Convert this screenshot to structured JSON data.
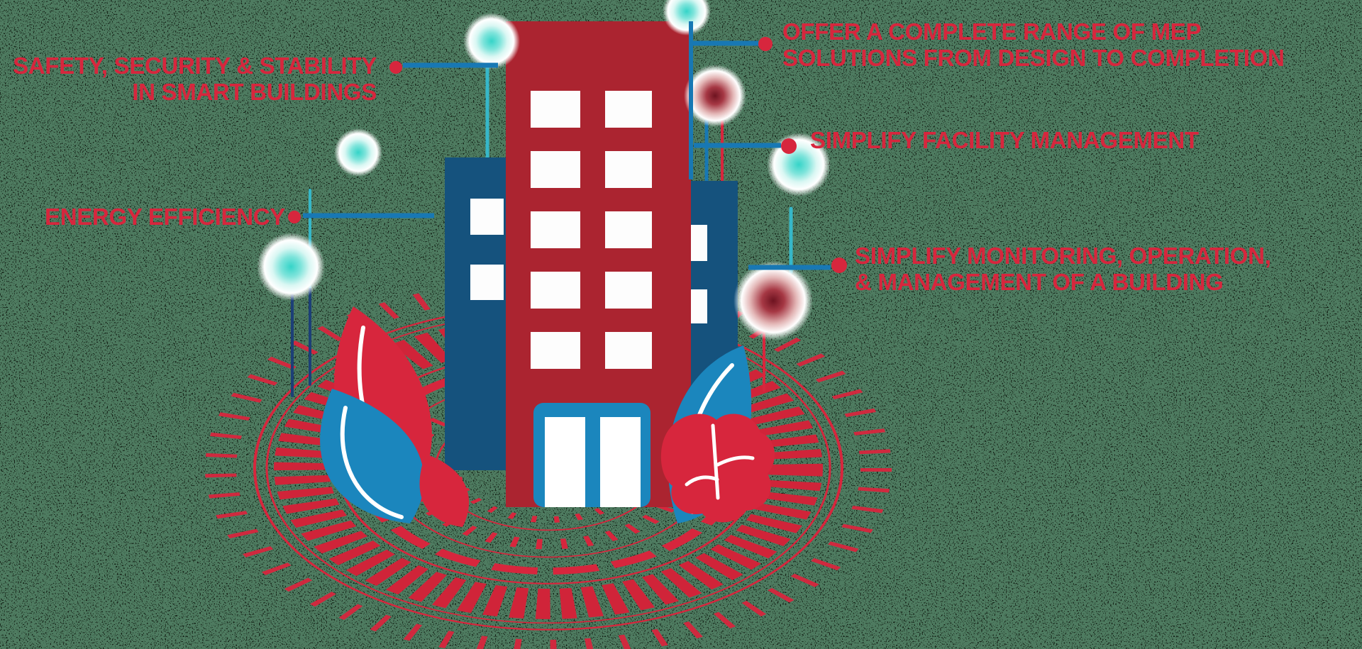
{
  "palette": {
    "background_green": "#4e7b60",
    "speckle_black": "#0c120d",
    "label_red": "#d7263d",
    "building_red": "#ab2430",
    "building_dark_blue": "#15527d",
    "door_bright_blue": "#1b86bd",
    "connector_blue": "#1878b4",
    "string_teal": "#36b7c9",
    "string_navy": "#1c3f77",
    "window_white": "#fdfdfd",
    "orb_teal_core": "#35d4c8",
    "orb_red_core": "#6e1320"
  },
  "callouts": {
    "safety": {
      "line1": "SAFETY, SECURITY & STABILITY",
      "line2": "IN SMART BUILDINGS"
    },
    "energy": {
      "line1": "ENERGY EFFICIENCY"
    },
    "offer": {
      "line1": "OFFER A COMPLETE RANGE OF MEP",
      "line2": "SOLUTIONS FROM DESIGN TO COMPLETION"
    },
    "facility": {
      "line1": "SIMPLIFY FACILITY MANAGEMENT"
    },
    "monitoring": {
      "line1": "SIMPLIFY MONITORING, OPERATION,",
      "line2": "& MANAGEMENT OF A BUILDING"
    }
  }
}
